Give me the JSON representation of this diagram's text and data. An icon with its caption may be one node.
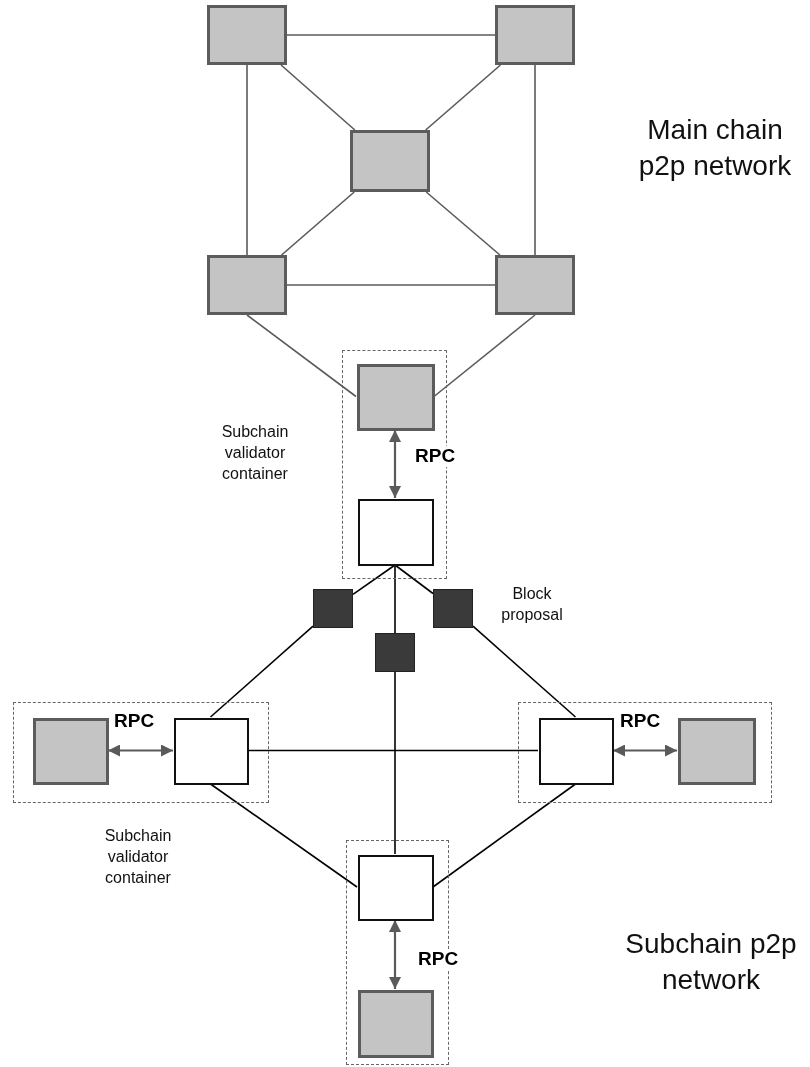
{
  "diagram": {
    "nodes": [
      {
        "text": [],
        "shape": "box"
      },
      {
        "text": [],
        "shape": "box"
      },
      {
        "text": [],
        "shape": "box"
      },
      {
        "text": [],
        "shape": "box"
      },
      {
        "text": [],
        "shape": "box"
      },
      {
        "text": [],
        "shape": "box",
        "beside": [
          "Subchain validator container"
        ]
      },
      {
        "text": [],
        "shape": "box",
        "in": 5
      },
      {
        "text": [],
        "shape": "box",
        "in": 5
      },
      {
        "text": [],
        "shape": "box"
      },
      {
        "text": [],
        "shape": "box"
      },
      {
        "text": [],
        "shape": "box"
      },
      {
        "text": [],
        "shape": "box",
        "beside": [
          "Subchain validator container"
        ]
      },
      {
        "text": [],
        "shape": "box",
        "in": 11
      },
      {
        "text": [],
        "shape": "box",
        "in": 11
      },
      {
        "text": [],
        "shape": "box"
      },
      {
        "text": [],
        "shape": "box",
        "in": 14
      },
      {
        "text": [],
        "shape": "box",
        "in": 14
      },
      {
        "text": [],
        "shape": "box"
      },
      {
        "text": [],
        "shape": "box",
        "in": 17
      },
      {
        "text": [],
        "shape": "box",
        "in": 17
      }
    ],
    "edges": [
      {
        "from": 0,
        "to": 1,
        "arrow": "none"
      },
      {
        "from": 0,
        "to": 3,
        "arrow": "none"
      },
      {
        "from": 1,
        "to": 4,
        "arrow": "none"
      },
      {
        "from": 3,
        "to": 4,
        "arrow": "none"
      },
      {
        "from": 0,
        "to": 2,
        "arrow": "none"
      },
      {
        "from": 1,
        "to": 2,
        "arrow": "none"
      },
      {
        "from": 3,
        "to": 2,
        "arrow": "none"
      },
      {
        "from": 4,
        "to": 2,
        "arrow": "none"
      },
      {
        "from": 3,
        "to": 6,
        "arrow": "none"
      },
      {
        "from": 4,
        "to": 6,
        "arrow": "none"
      },
      {
        "from": 6,
        "to": 7,
        "arrow": "both",
        "label": "RPC"
      },
      {
        "from": 7,
        "to": 8,
        "arrow": "none",
        "color": "#000000"
      },
      {
        "from": 8,
        "to": 13,
        "arrow": "none",
        "color": "#000000"
      },
      {
        "from": 7,
        "to": 9,
        "arrow": "none",
        "color": "#000000"
      },
      {
        "from": 9,
        "to": 18,
        "arrow": "none",
        "color": "#000000"
      },
      {
        "from": 7,
        "to": 10,
        "arrow": "none",
        "color": "#000000"
      },
      {
        "from": 10,
        "to": 15,
        "arrow": "none",
        "color": "#000000"
      },
      {
        "from": 13,
        "to": 15,
        "arrow": "none",
        "color": "#000000"
      },
      {
        "from": 13,
        "to": 18,
        "arrow": "none",
        "color": "#000000"
      },
      {
        "from": 15,
        "to": 18,
        "arrow": "none",
        "color": "#000000"
      },
      {
        "from": 12,
        "to": 13,
        "arrow": "both",
        "label": "RPC"
      },
      {
        "from": 15,
        "to": 16,
        "arrow": "both",
        "label": "RPC"
      },
      {
        "from": 18,
        "to": 19,
        "arrow": "both",
        "label": "RPC"
      }
    ],
    "labels": [
      "Main chain p2p network",
      "Block proposal",
      "Subchain p2p network"
    ]
  }
}
